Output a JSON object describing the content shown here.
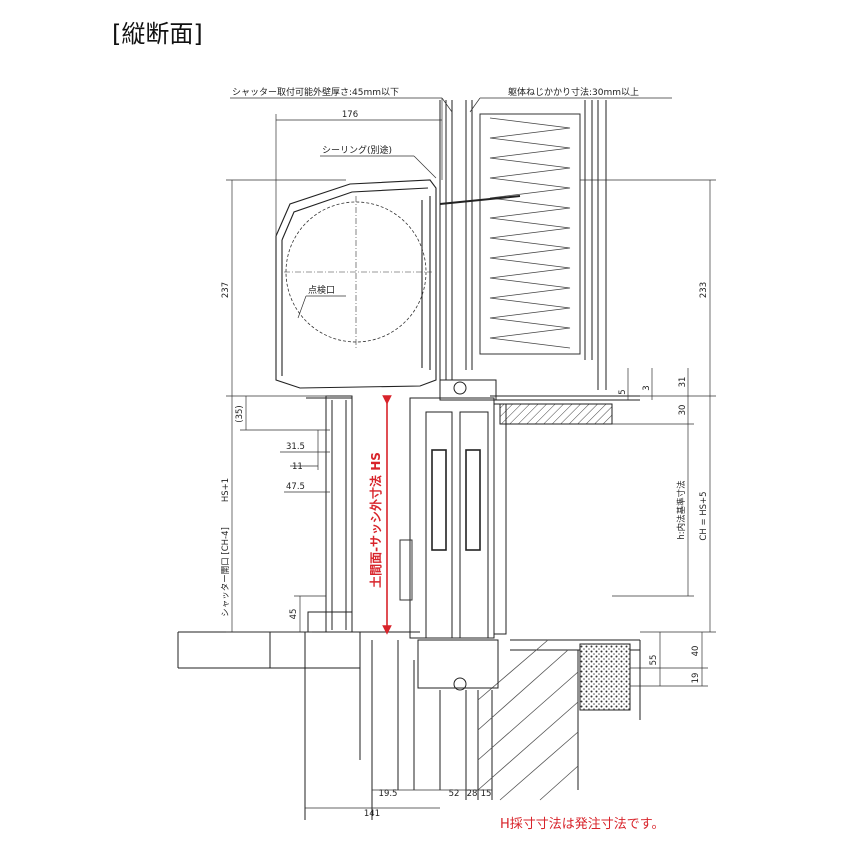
{
  "title": "[縦断面]",
  "labels": {
    "shutter_wall": "シャッター取付可能外壁厚さ:45mm以下",
    "frame_screw": "躯体ねじかかり寸法:30mm以上",
    "sealing": "シーリング(別途)",
    "inspection": "点検口",
    "hs_label": "土間面-サッシ外寸法 HS",
    "opening": "シャッター開口 [CH-4]",
    "hs_plus1": "HS+1",
    "inner_ref": "h:内法基準寸法",
    "ch_eq": "CH = HS+5",
    "note": "H採寸寸法は発注寸法です。"
  },
  "dims": {
    "d176": "176",
    "d237": "237",
    "d233": "233",
    "d35": "(35)",
    "d31_5": "31.5",
    "d11": "11",
    "d47_5": "47.5",
    "d45": "45",
    "d5": "5",
    "d3": "3",
    "d31": "31",
    "d30": "30",
    "d55": "55",
    "d40": "40",
    "d19": "19",
    "d19_5": "19.5",
    "d52": "52",
    "d28": "28",
    "d15": "15",
    "d141": "141"
  },
  "colors": {
    "line": "#222222",
    "accent": "#d8232a",
    "wood": "#7a7a7a"
  }
}
